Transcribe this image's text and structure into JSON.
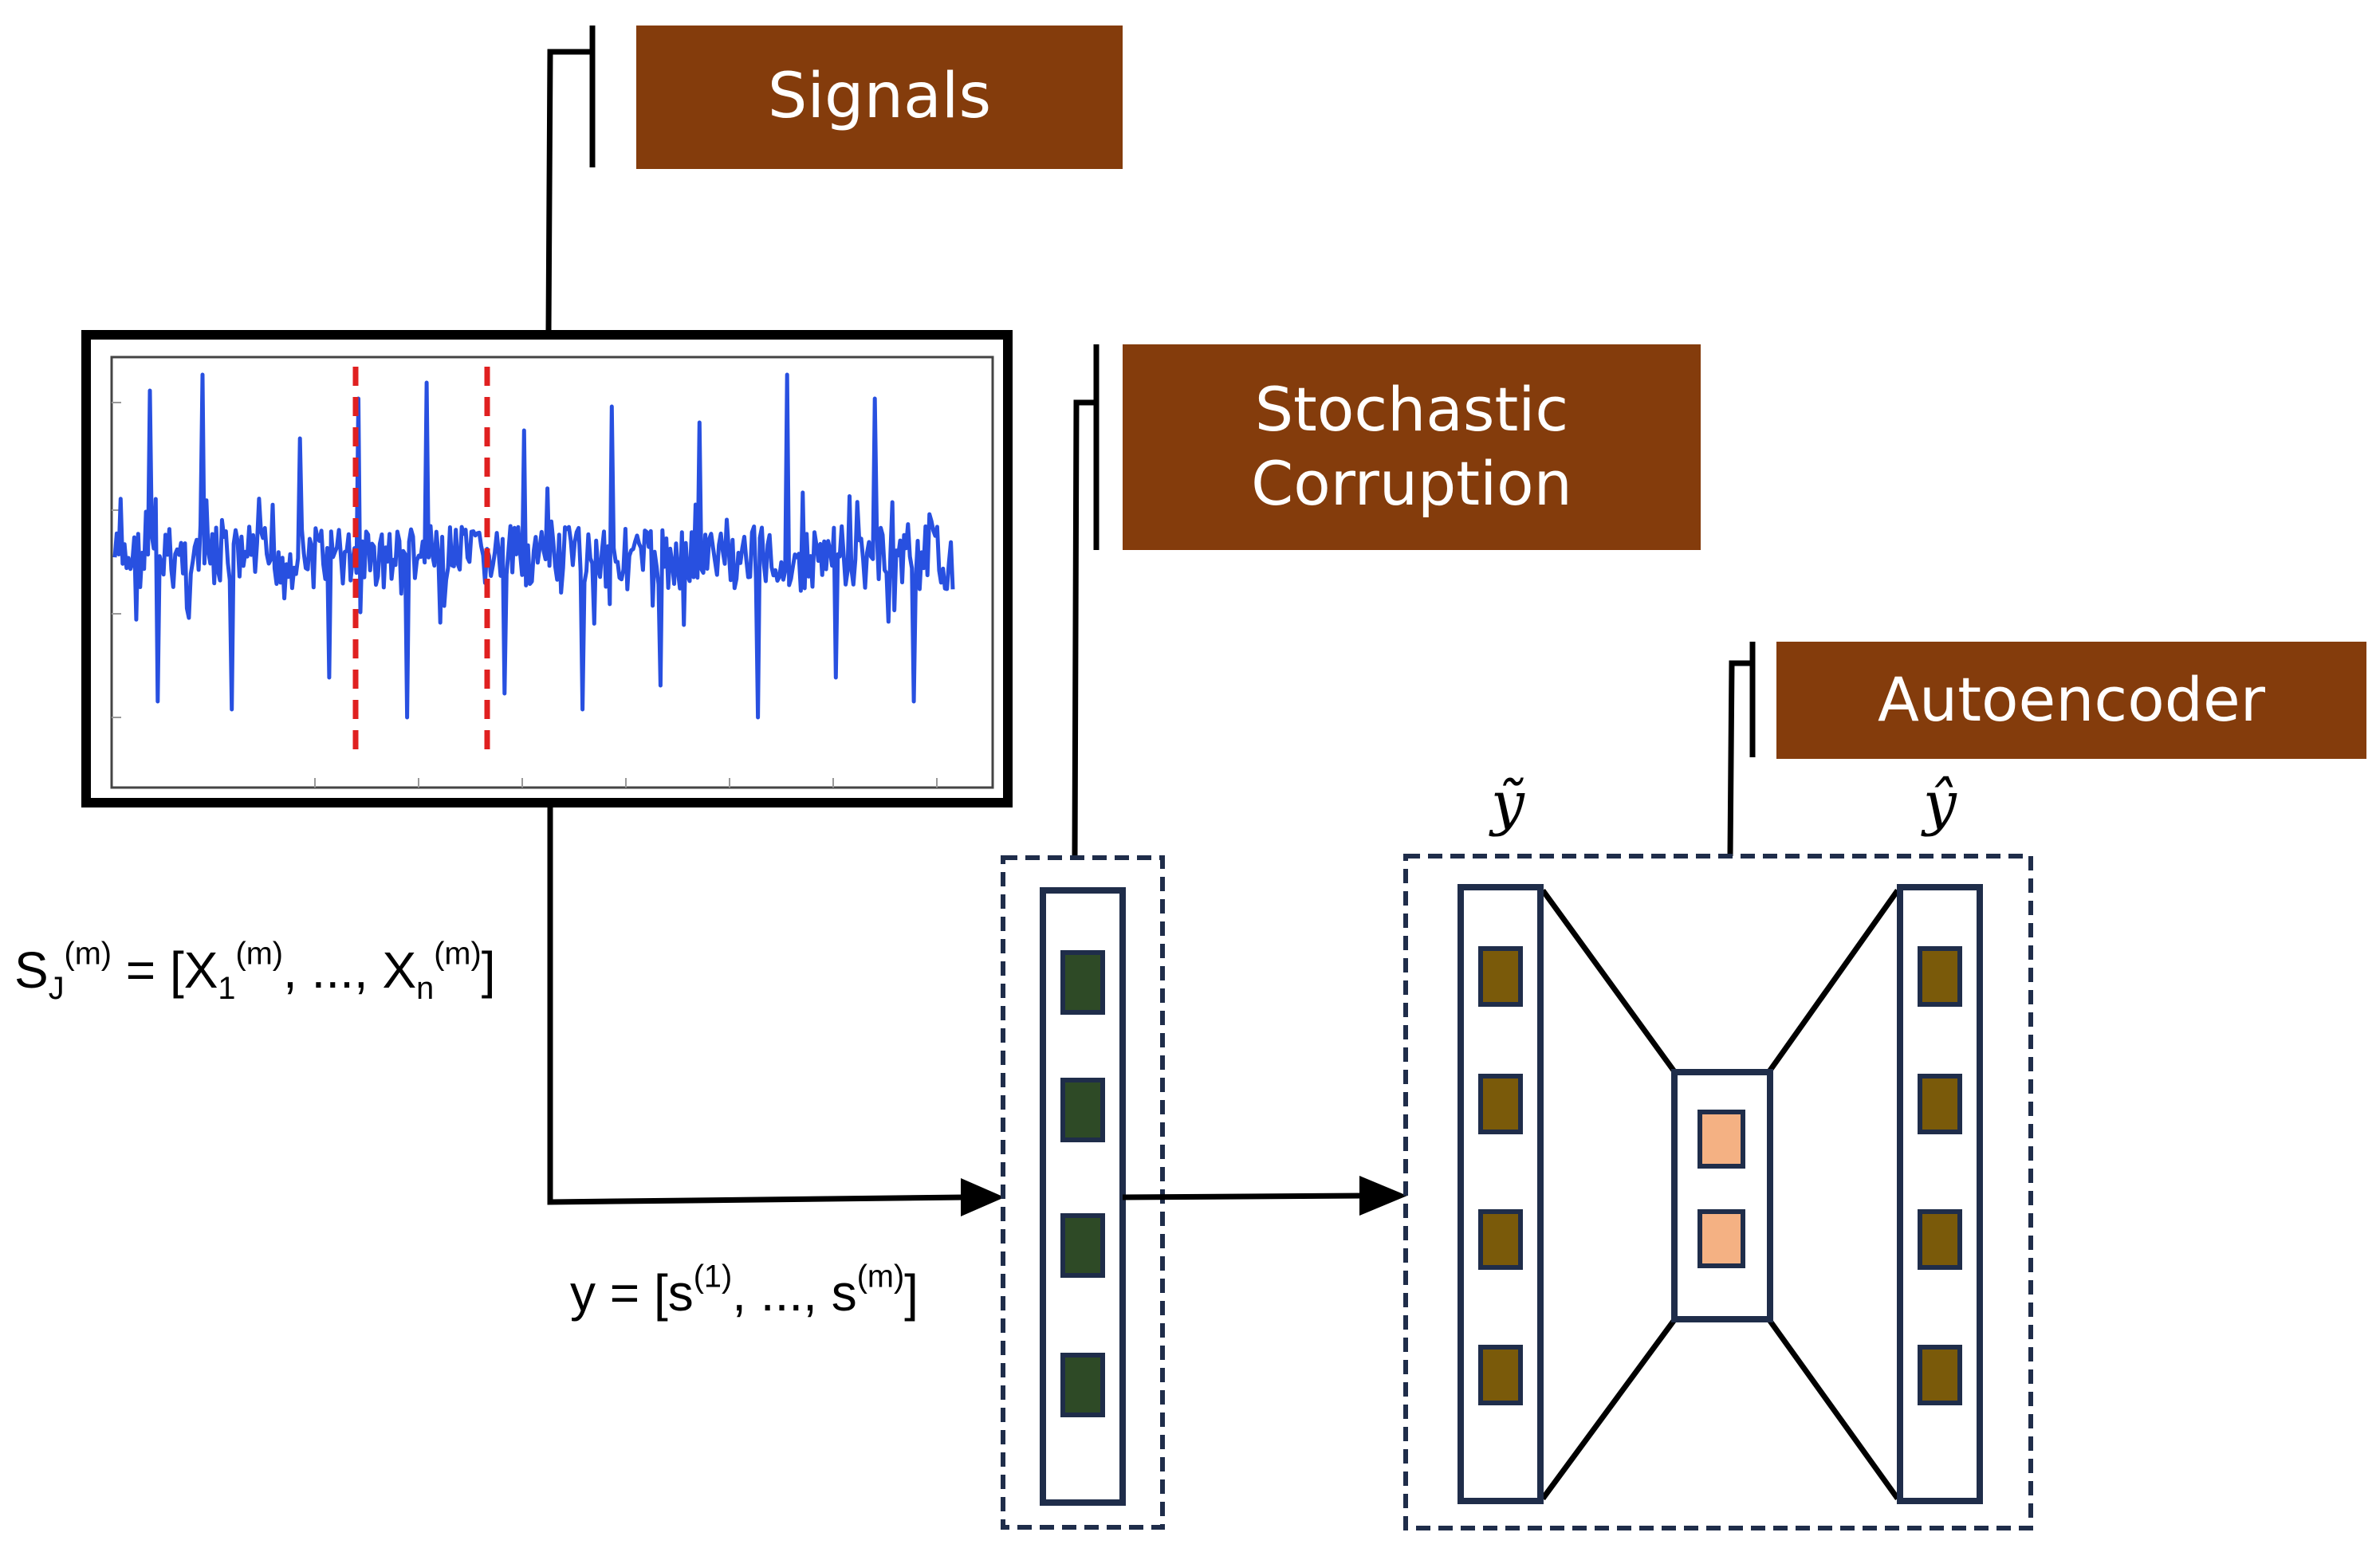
{
  "labels": {
    "signals": "Signals",
    "stochastic_line1": "Stochastic",
    "stochastic_line2": "Corruption",
    "autoencoder": "Autoencoder"
  },
  "formulas": {
    "segment": {
      "s": "S",
      "s_sub": "J",
      "s_sup": "(m)",
      "eq": " = [X",
      "x1_sub": "1",
      "x1_sup": "(m)",
      "dots": ", ..., X",
      "xn_sub": "n",
      "xn_sup": "(m)",
      "close": "]"
    },
    "vector": {
      "start": "y = [s",
      "sup1": "(1)",
      "mid": ", ..., s",
      "sup2": "(m)",
      "close": "]"
    }
  },
  "autoencoder_labels": {
    "input": "ỹ",
    "output": "ŷ"
  },
  "colors": {
    "label_bg": "#843c0c",
    "signal_line": "#2850e0",
    "segment_marker": "#e02020",
    "outline": "#1f2d4a",
    "corrupted_unit": "#2e4a26",
    "ae_unit": "#7a5a0a",
    "latent_unit": "#f4b183"
  }
}
